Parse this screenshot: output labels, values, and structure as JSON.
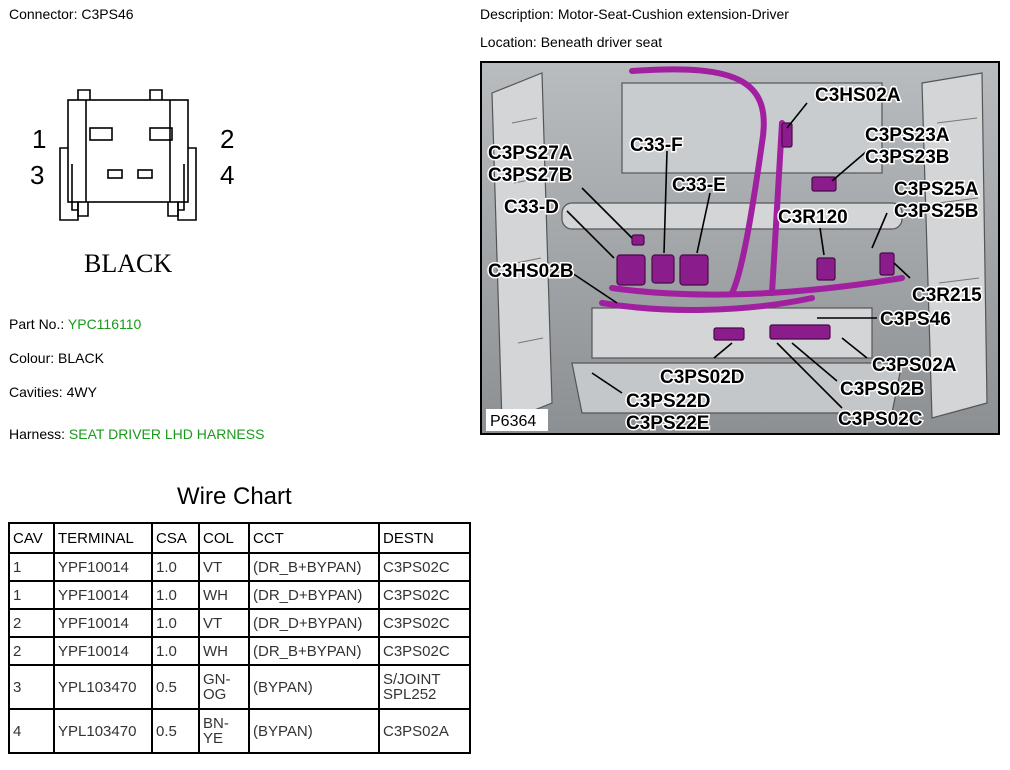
{
  "connector": {
    "label": "Connector:",
    "value": "C3PS46"
  },
  "description": {
    "label": "Description:",
    "value": "Motor-Seat-Cushion extension-Driver"
  },
  "location": {
    "label": "Location:",
    "value": "Beneath driver seat"
  },
  "diagram": {
    "pins": [
      "1",
      "2",
      "3",
      "4"
    ],
    "color_label": "BLACK"
  },
  "part": {
    "label": "Part No.:",
    "value": "YPC116110"
  },
  "colour": {
    "label": "Colour:",
    "value": "BLACK"
  },
  "cavities": {
    "label": "Cavities:",
    "value": "4WY"
  },
  "harness": {
    "label": "Harness:",
    "value": "SEAT DRIVER LHD HARNESS"
  },
  "photo": {
    "ref": "P6364",
    "callouts": [
      "C3HS02A",
      "C3PS23A",
      "C3PS23B",
      "C3PS27A",
      "C3PS27B",
      "C33-F",
      "C33-E",
      "C33-D",
      "C3PS25A",
      "C3PS25B",
      "C3R120",
      "C3HS02B",
      "C3R215",
      "C3PS46",
      "C3PS02A",
      "C3PS02D",
      "C3PS02B",
      "C3PS22D",
      "C3PS22E",
      "C3PS02C"
    ]
  },
  "wire_chart": {
    "title": "Wire Chart",
    "headers": [
      "CAV",
      "TERMINAL",
      "CSA",
      "COL",
      "CCT",
      "DESTN"
    ],
    "rows": [
      [
        "1",
        "YPF10014",
        "1.0",
        "VT",
        "(DR_B+BYPAN)",
        "C3PS02C"
      ],
      [
        "1",
        "YPF10014",
        "1.0",
        "WH",
        "(DR_D+BYPAN)",
        "C3PS02C"
      ],
      [
        "2",
        "YPF10014",
        "1.0",
        "VT",
        "(DR_D+BYPAN)",
        "C3PS02C"
      ],
      [
        "2",
        "YPF10014",
        "1.0",
        "WH",
        "(DR_B+BYPAN)",
        "C3PS02C"
      ],
      [
        "3",
        "YPL103470",
        "0.5",
        "GN-OG",
        "(BYPAN)",
        "S/JOINT SPL252"
      ],
      [
        "4",
        "YPL103470",
        "0.5",
        "BN-YE",
        "(BYPAN)",
        "C3PS02A"
      ]
    ]
  }
}
